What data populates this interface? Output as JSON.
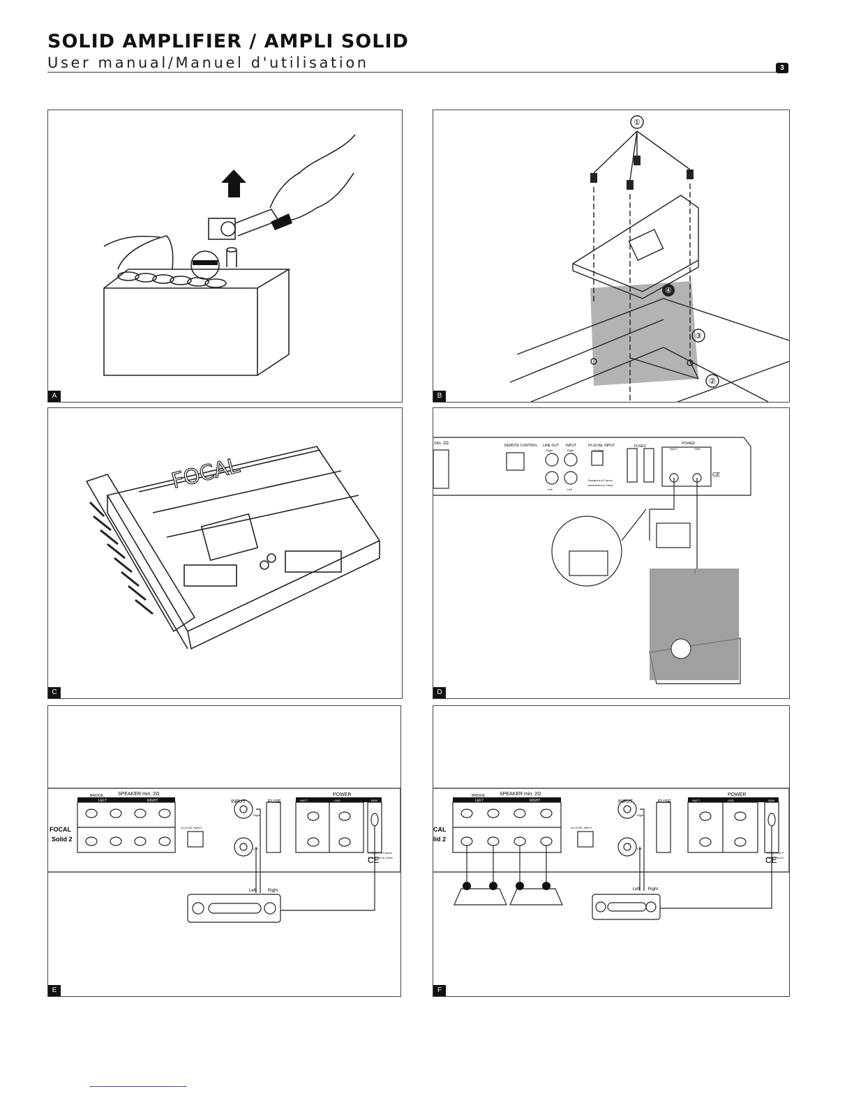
{
  "header": {
    "title": "SOLID AMPLIFIER / AMPLI SOLID",
    "subtitle": "User manual/Manuel d'utilisation",
    "page_number": "3"
  },
  "panels": [
    {
      "letter": "A"
    },
    {
      "letter": "B",
      "callouts": [
        "①",
        "②",
        "③",
        "④"
      ]
    },
    {
      "letter": "C"
    },
    {
      "letter": "D",
      "labels": {
        "speaker": "min. 2Ω",
        "remote": "REMOTE CONTROL",
        "line_out": "LINE OUT",
        "input": "INPUT",
        "hi_level": "HI LEVEL INPUT",
        "fuses": "FUSES",
        "power": "POWER",
        "right": "Right",
        "left": "Left",
        "left_right": "Left  Right",
        "batt": "+BATT",
        "gnd": "GND",
        "designed": "Designed in France",
        "assembled": "Assembled in China",
        "ce": "CE"
      }
    },
    {
      "letter": "E",
      "labels": {
        "bridge": "BRIDGE",
        "speaker": "SPEAKER min. 2Ω",
        "left": "LEFT",
        "right_ch": "RIGHT",
        "brand": "FOCAL",
        "model": "Solid 2",
        "hi_level": "HI LEVEL INPUT",
        "input": "INPUT",
        "fuse": "FUSE",
        "power": "POWER",
        "batt": "+BATT",
        "gnd": "GND",
        "rem": "REM",
        "right": "Right",
        "left_small": "Left",
        "ce": "CE",
        "designed": "Designed in France",
        "assembled": "Assembled in China",
        "wire_left": "Left",
        "wire_right": "Right"
      }
    },
    {
      "letter": "F",
      "labels": {
        "bridge": "BRIDGE",
        "speaker": "SPEAKER min. 2Ω",
        "left": "LEFT",
        "right_ch": "RIGHT",
        "brand": "CAL",
        "model": "lid 2",
        "hi_level": "HI LEVEL INPUT",
        "input": "INPUT",
        "fuse": "FUSE",
        "power": "POWER",
        "batt": "+BATT",
        "gnd": "GND",
        "rem": "REM",
        "right": "Right",
        "left_small": "Left",
        "ce": "CE",
        "designed": "Designed in F",
        "assembled": "Assembled in",
        "wire_left": "Left",
        "wire_right": "Right"
      }
    }
  ]
}
